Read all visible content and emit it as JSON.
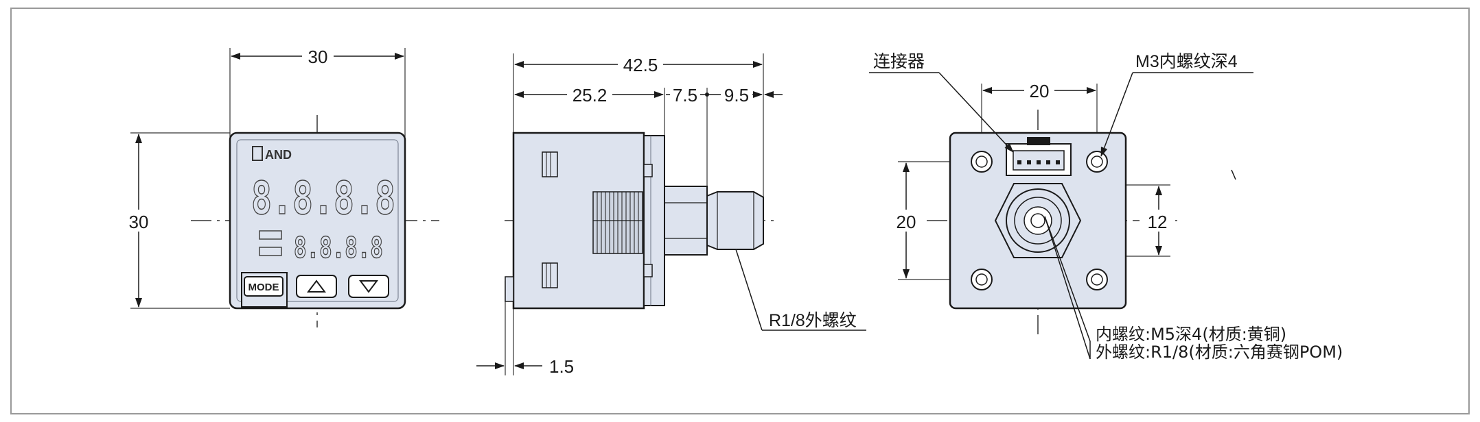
{
  "front_view": {
    "width_dim": "30",
    "height_dim": "30",
    "brand": "AND",
    "display_digits": "8.8.8.8",
    "sub_digits": "8.8.8.8",
    "mode_label": "MODE"
  },
  "side_view": {
    "total_length": "42.5",
    "body_length": "25.2",
    "mid_length": "7.5",
    "port_length": "9.5",
    "tab_offset": "1.5",
    "thread_label": "R1/8外螺纹"
  },
  "back_view": {
    "connector_label": "连接器",
    "thread_label": "M3内螺纹深4",
    "hole_spacing_h": "20",
    "hole_spacing_v": "20",
    "port_dim": "12",
    "inner_thread_note": "内螺纹:M5深4(材质:黄铜)",
    "outer_thread_note": "外螺纹:R1/8(材质:六角赛钢POM)"
  },
  "colors": {
    "body_fill": "#dde3ee",
    "line": "#1a1a1a",
    "frame": "#999999"
  }
}
